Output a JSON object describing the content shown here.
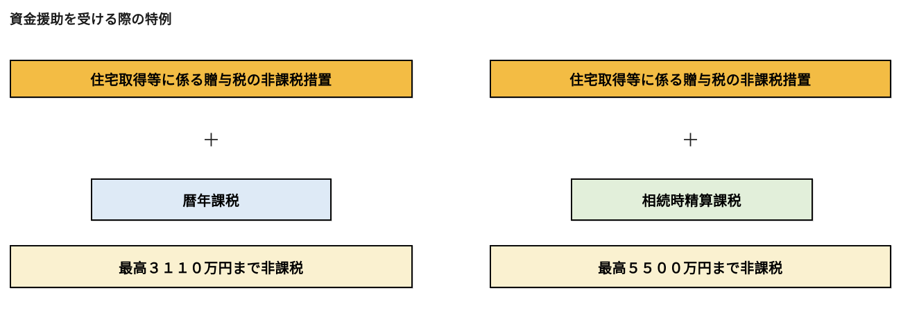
{
  "page": {
    "title": "資金援助を受ける際の特例",
    "background": "#FFFFFF"
  },
  "colors": {
    "top_box_fill": "#F3BC44",
    "calendar_year_box_fill": "#DEEAF6",
    "inheritance_settlement_box_fill": "#E2EFDA",
    "limit_box_fill": "#FAF1D0",
    "box_border": "#0A0A0A",
    "text": "#000000"
  },
  "columns": [
    {
      "top_box_label": "住宅取得等に係る贈与税の非課税措置",
      "plus_sign": "＋",
      "tax_type_label": "暦年課税",
      "limit_label": "最高３１１０万円まで非課税"
    },
    {
      "top_box_label": "住宅取得等に係る贈与税の非課税措置",
      "plus_sign": "＋",
      "tax_type_label": "相続時精算課税",
      "limit_label": "最高５５００万円まで非課税"
    }
  ]
}
